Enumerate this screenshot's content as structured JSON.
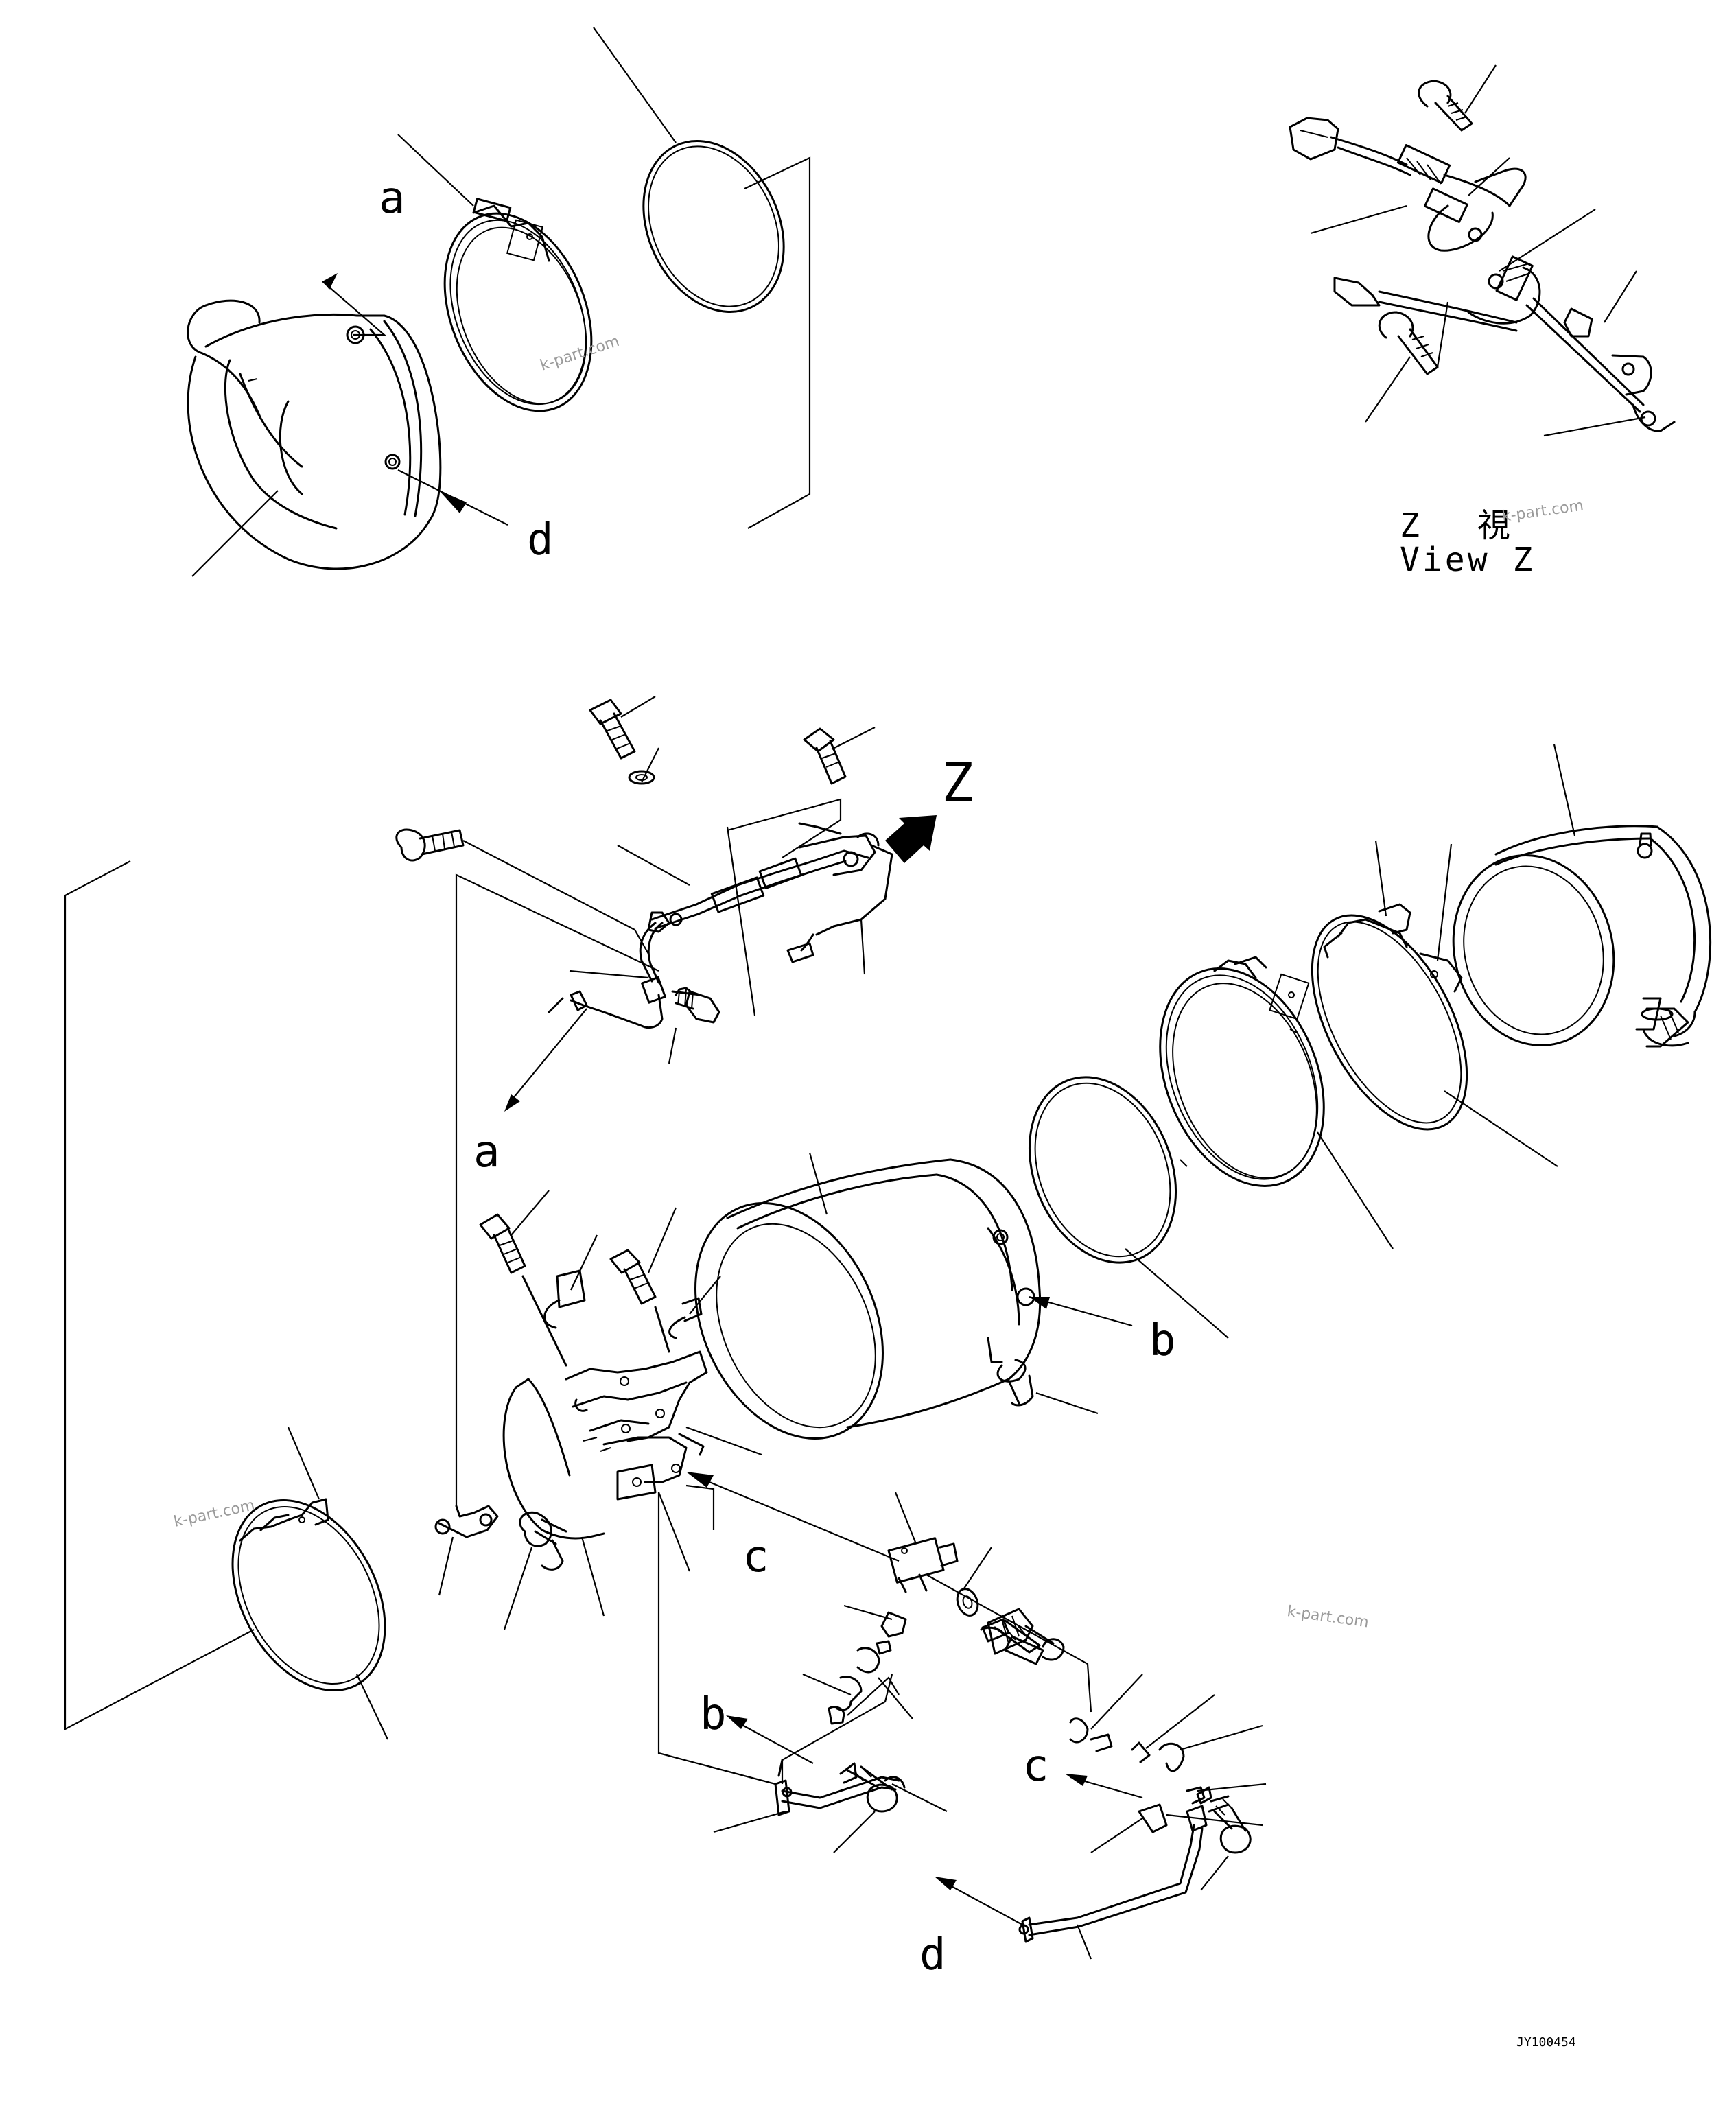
{
  "diagram": {
    "labels": {
      "ref_a_top": "a",
      "ref_d_top": "d",
      "ref_a_mid": "a",
      "ref_b_right": "b",
      "ref_c_mid": "c",
      "ref_b_low": "b",
      "ref_c_low": "c",
      "ref_d_low": "d",
      "view_marker": "Z"
    },
    "view_caption": {
      "jp": "Z　視",
      "en": "View Z"
    },
    "watermark": "k-part.com",
    "drawing_number": "JY100454"
  }
}
